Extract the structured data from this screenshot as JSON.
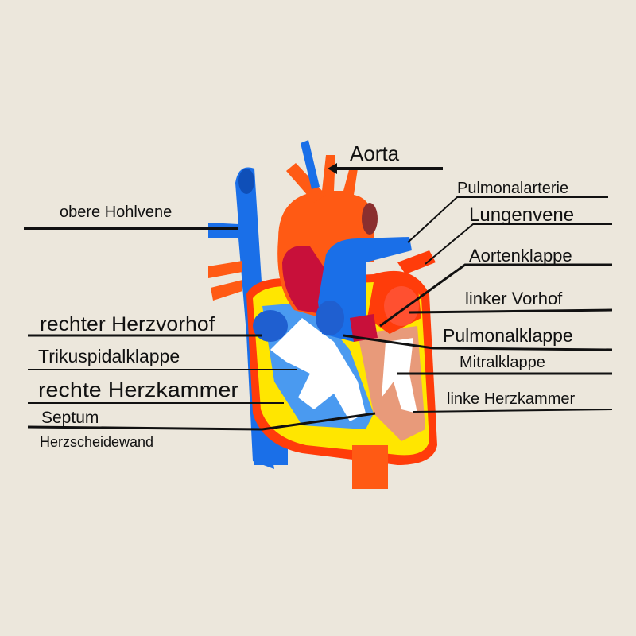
{
  "labels": {
    "aorta": "Aorta",
    "pulmonalarterie": "Pulmonalarterie",
    "lungenvene": "Lungenvene",
    "aortenklappe": "Aortenklappe",
    "linker_vorhof": "linker Vorhof",
    "pulmonalklappe": "Pulmonalklappe",
    "mitralklappe": "Mitralklappe",
    "linke_herzkammer": "linke Herzkammer",
    "obere_hohlvene": "obere Hohlvene",
    "rechter_herzvorhof": "rechter Herzvorhof",
    "trikuspidalklappe": "Trikuspidalklappe",
    "rechte_herzkammer": "rechte Herzkammer",
    "septum": "Septum",
    "herzscheidewand": "Herzscheidewand"
  },
  "colors": {
    "background": "#ece7dc",
    "oxygenated": "#ff5a14",
    "deoxygenated": "#1a6fe8",
    "muscle": "#ffe600",
    "outer_wall": "#ff3c0a",
    "valve_white": "#ffffff",
    "dark_red": "#c8103a"
  }
}
